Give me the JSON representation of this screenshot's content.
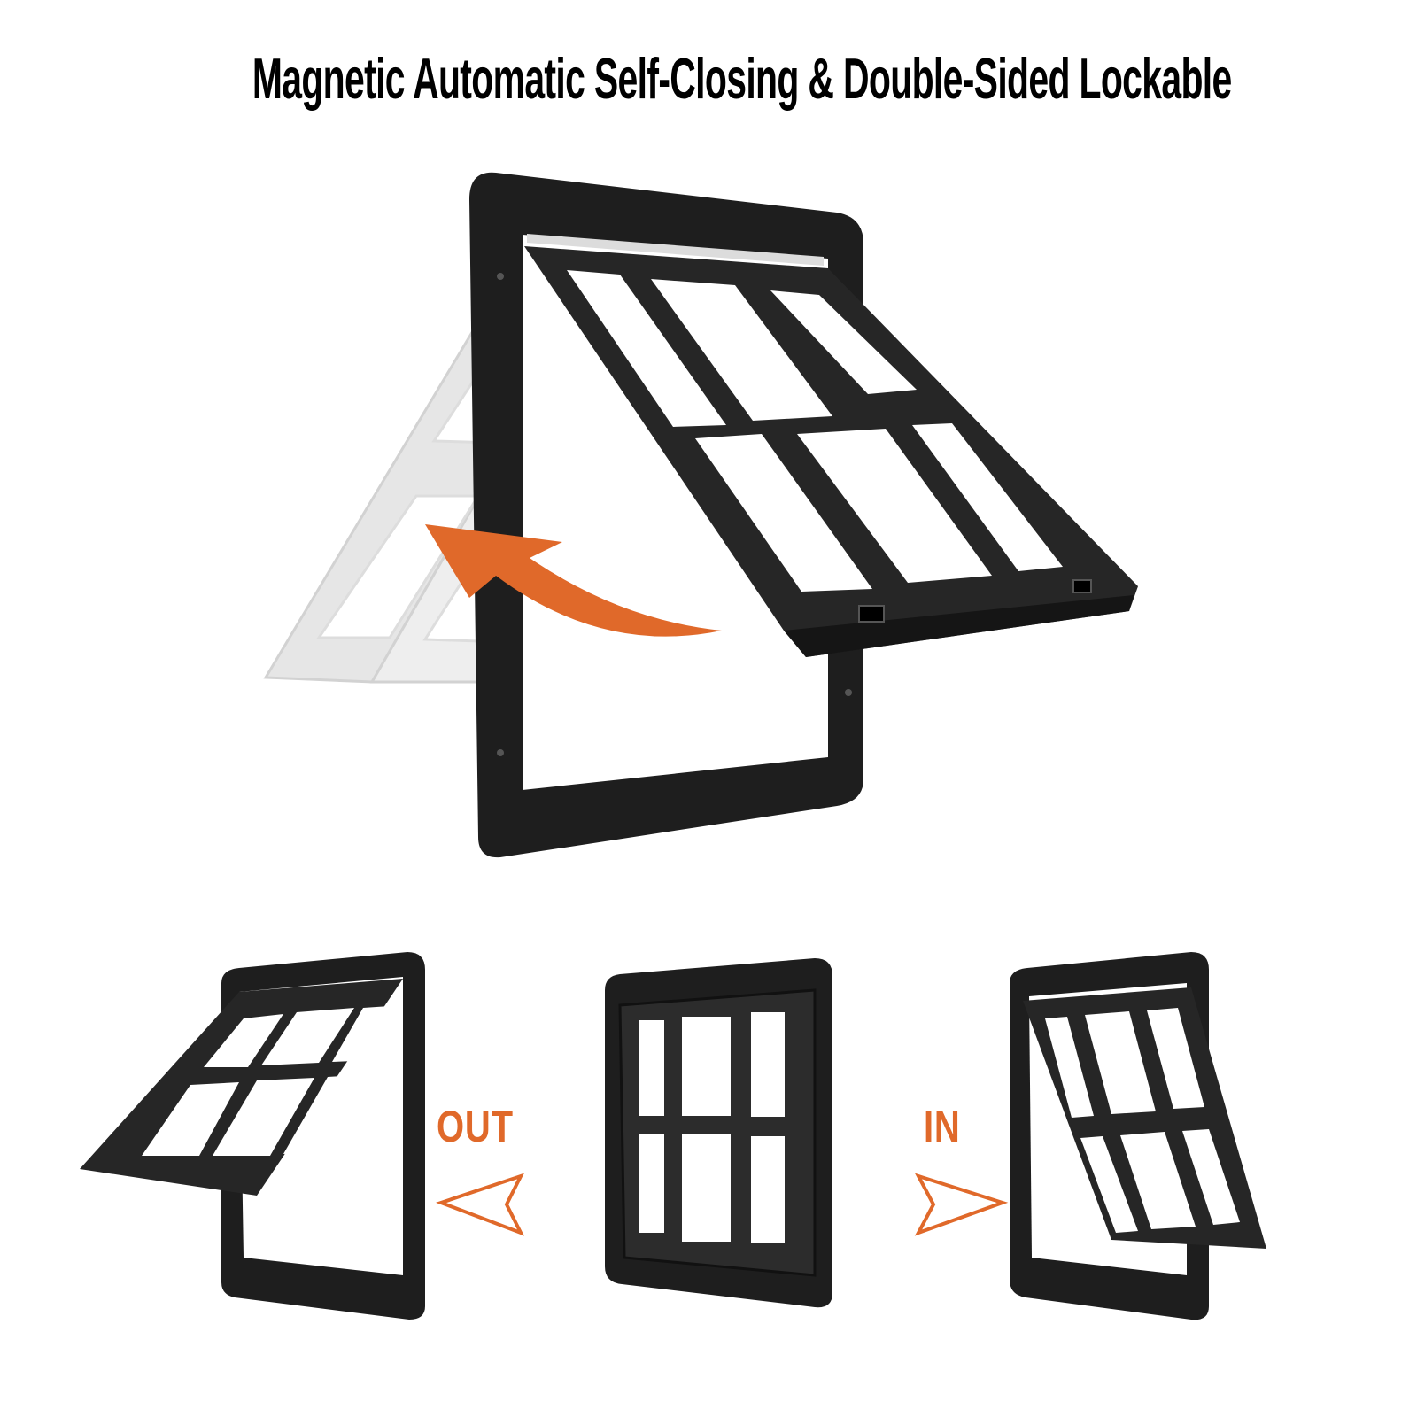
{
  "title": "Magnetic Automatic Self-Closing & Double-Sided Lockable",
  "labels": {
    "out": "OUT",
    "in": "IN"
  },
  "colors": {
    "accent": "#e0692a",
    "frame": "#1e1e1e",
    "flap": "#2a2a2a",
    "ghost": "#e4e4e4"
  },
  "icons": {
    "swing_arrow": "curved-arrow-icon",
    "out_arrow": "arrow-left-outline-icon",
    "in_arrow": "arrow-right-outline-icon"
  }
}
